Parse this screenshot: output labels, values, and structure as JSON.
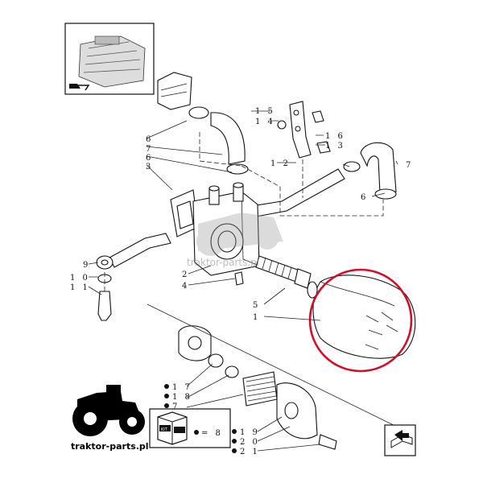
{
  "diagram": {
    "brand_text": "traktor-parts.pl",
    "watermark_text": "traktor-parts.pl",
    "kit_badge": "KIT",
    "kit_legend": "= 8",
    "highlight_color": "#d0102a",
    "labels": {
      "l1": "1",
      "l2": "2",
      "l3": "3",
      "l4": "4",
      "l5": "5",
      "l6a": "6",
      "l6b": "6",
      "l6c": "6",
      "l7a": "7",
      "l7b": "7",
      "l7c": "7",
      "l9": "9",
      "l10": "1 0",
      "l11": "1 1",
      "l12": "1 2",
      "l13": "1 3",
      "l14": "1 4",
      "l15": "1 5",
      "l16": "1 6",
      "l17": "1 7",
      "l18": "1 8",
      "l19": "1 9",
      "l20": "2 0",
      "l21": "2 1"
    },
    "icons": [
      "engine-thumbnail-icon",
      "tractor-logo-icon",
      "kit-box-icon",
      "next-page-arrow-icon",
      "book-arrow-icon"
    ]
  }
}
